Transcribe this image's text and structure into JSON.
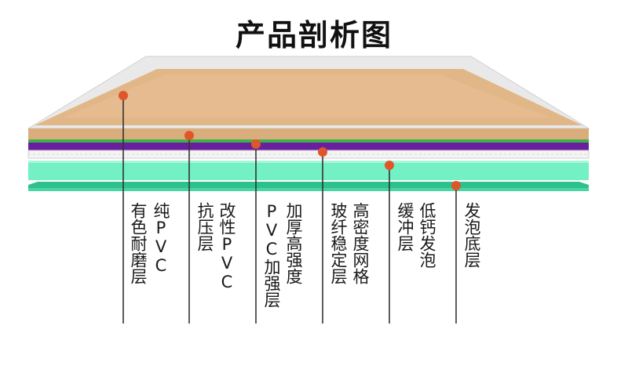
{
  "title": "产品剖析图",
  "colors": {
    "wear_top": "#e6e6e6",
    "wood": "#e2b788",
    "green_line": "#3bb54a",
    "purple": "#6a1f9e",
    "white_core": "#f2f2f2",
    "mint": "#6ff0c0",
    "mint_dark": "#2dbf8e",
    "dot": "#e0552a",
    "line": "#333333"
  },
  "layers": [
    {
      "id": "pure-pvc-wear",
      "label_lines": [
        "有色耐磨层",
        "纯PVC"
      ]
    },
    {
      "id": "modified-pvc",
      "label_lines": [
        "抗压层",
        "改性PVC"
      ]
    },
    {
      "id": "reinforced-pvc",
      "label_lines": [
        "PVC加强层",
        "加厚高强度"
      ]
    },
    {
      "id": "glass-fiber",
      "label_lines": [
        "玻纤稳定层",
        "高密度网格"
      ]
    },
    {
      "id": "low-calcium-foam",
      "label_lines": [
        "缓冲层",
        "低钙发泡"
      ]
    },
    {
      "id": "foam-base",
      "label_lines": [
        "发泡底层"
      ]
    }
  ]
}
